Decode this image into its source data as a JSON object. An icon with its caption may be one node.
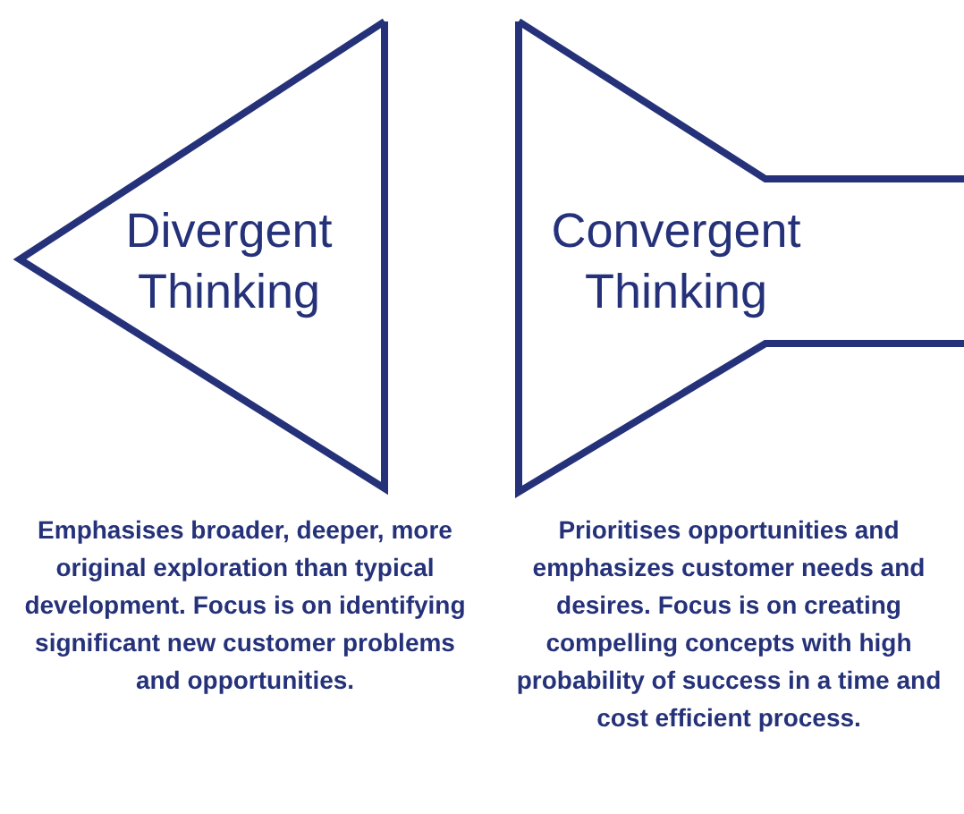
{
  "diagram": {
    "nodes": [
      {
        "text": [
          "Divergent Thinking"
        ],
        "beside": [
          "Emphasises broader, deeper, more original exploration than typical development. Focus is on identifying significant new customer problems and opportunities."
        ]
      },
      {
        "text": [
          "Convergent Thinking"
        ],
        "beside": [
          "Prioritises opportunities and emphasizes customer needs and desires. Focus is on creating compelling concepts with high probability of success in a time and cost efficient process."
        ]
      }
    ]
  }
}
